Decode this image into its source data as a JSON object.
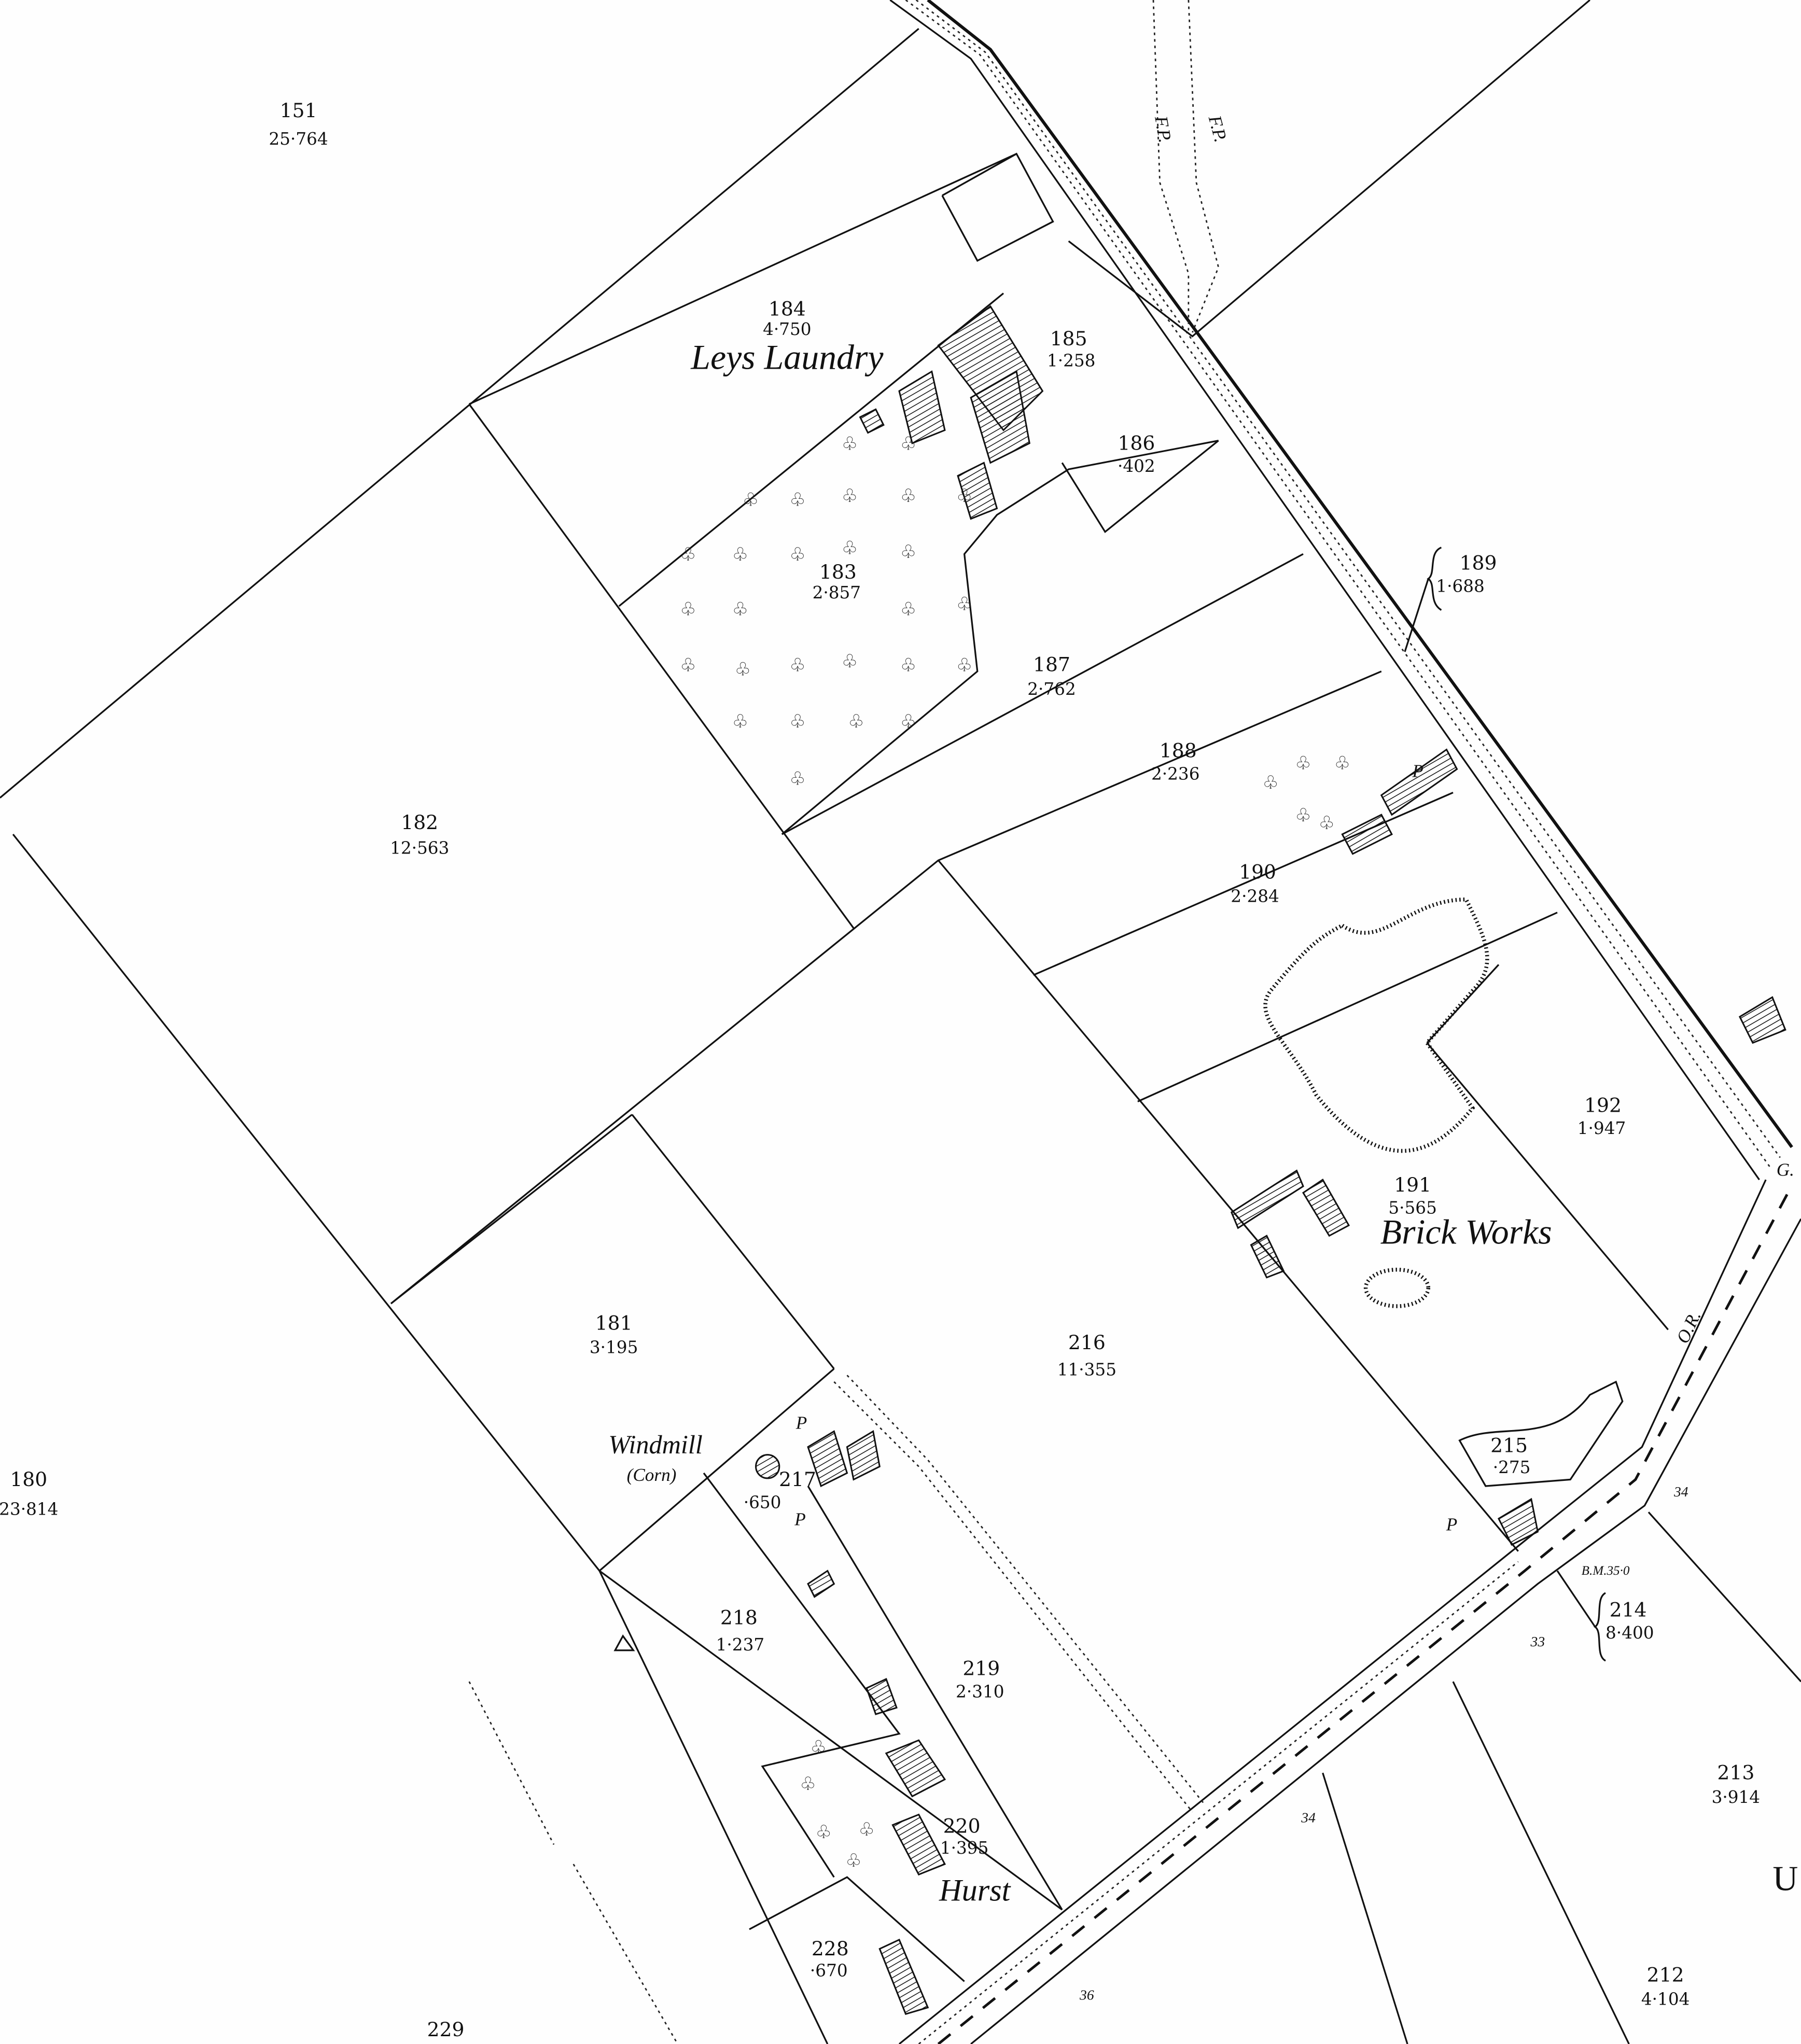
{
  "map": {
    "colors": {
      "ink": "#111111",
      "paper": "#fefefe"
    },
    "parcels": [
      {
        "number": "151",
        "area": "25·764"
      },
      {
        "number": "184",
        "area": "4·750"
      },
      {
        "number": "185",
        "area": "1·258"
      },
      {
        "number": "186",
        "area": "·402"
      },
      {
        "number": "183",
        "area": "2·857"
      },
      {
        "number": "187",
        "area": "2·762"
      },
      {
        "number": "189",
        "area": "1·688"
      },
      {
        "number": "188",
        "area": "2·236"
      },
      {
        "number": "190",
        "area": "2·284"
      },
      {
        "number": "182",
        "area": "12·563"
      },
      {
        "number": "192",
        "area": "1·947"
      },
      {
        "number": "191",
        "area": "5·565"
      },
      {
        "number": "181",
        "area": "3·195"
      },
      {
        "number": "216",
        "area": "11·355"
      },
      {
        "number": "217",
        "area": "·650"
      },
      {
        "number": "180",
        "area": "23·814"
      },
      {
        "number": "215",
        "area": "·275"
      },
      {
        "number": "214",
        "area": "8·400"
      },
      {
        "number": "218",
        "area": "1·237"
      },
      {
        "number": "219",
        "area": "2·310"
      },
      {
        "number": "220",
        "area": "1·395"
      },
      {
        "number": "228",
        "area": "·670"
      },
      {
        "number": "229",
        "area": ""
      },
      {
        "number": "213",
        "area": "3·914"
      },
      {
        "number": "212",
        "area": "4·104"
      }
    ],
    "place_names": {
      "leys_laundry": "Leys Laundry",
      "brick_works": "Brick Works",
      "windmill": "Windmill",
      "windmill_note": "(Corn)",
      "hurst": "Hurst"
    },
    "annotations": {
      "footpath_1": "F.P.",
      "footpath_2": "F.P.",
      "pump_1": "P",
      "pump_2": "P",
      "pump_3": "P",
      "pump_4": "P",
      "benchmark": "B.M.35·0",
      "spot_34a": "34",
      "spot_33": "33",
      "spot_34b": "34",
      "spot_36": "36",
      "occupation_road": "O.R.",
      "edge_g": "G.",
      "edge_u": "U"
    }
  }
}
